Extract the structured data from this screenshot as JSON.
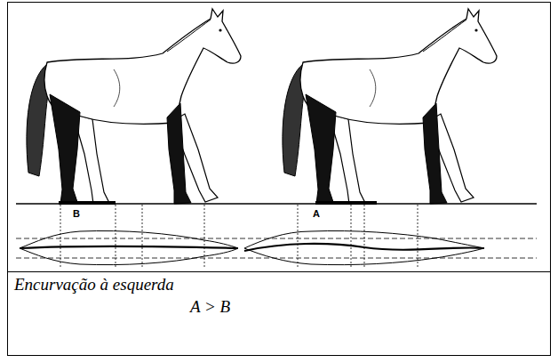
{
  "diagram": {
    "caption": "Encurvação à esquerda",
    "labels": [
      "B",
      "A",
      "A > B"
    ]
  }
}
